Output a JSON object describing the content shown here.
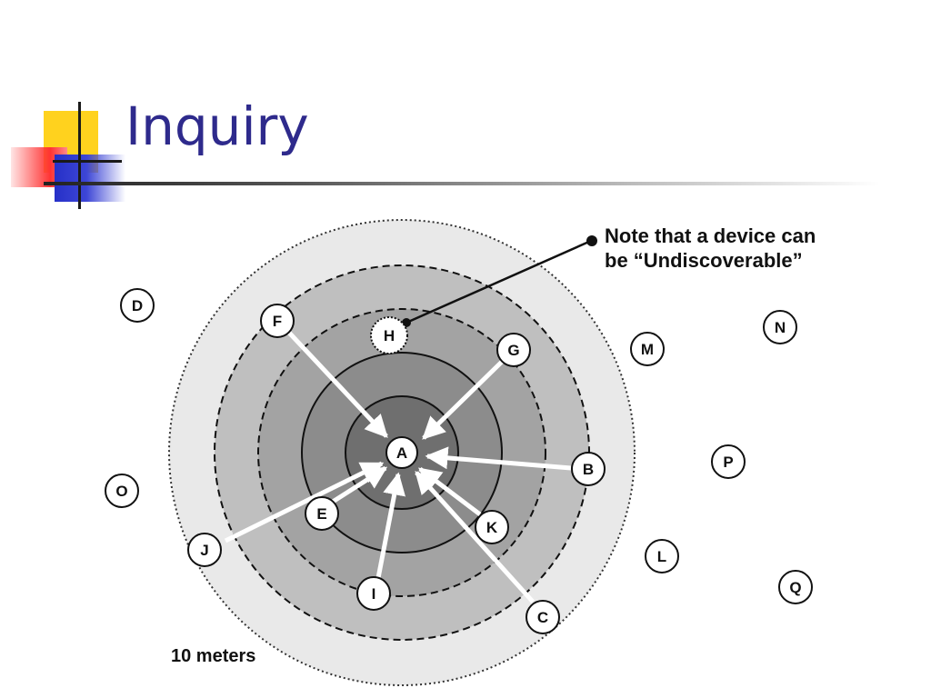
{
  "slide": {
    "title": "Inquiry"
  },
  "diagram": {
    "note_line1": "Note that a device can",
    "note_line2": "be “Undiscoverable”",
    "range_label": "10 meters",
    "nodes": {
      "A": "A",
      "B": "B",
      "C": "C",
      "D": "D",
      "E": "E",
      "F": "F",
      "G": "G",
      "H": "H",
      "I": "I",
      "J": "J",
      "K": "K",
      "L": "L",
      "M": "M",
      "N": "N",
      "O": "O",
      "P": "P",
      "Q": "Q"
    }
  },
  "colors": {
    "title": "#2e2a8c",
    "ring_outer": "#e8e8e8",
    "ring_2": "#bdbdbd",
    "ring_3": "#9e9e9e",
    "ring_4": "#8a8a8a",
    "ring_5": "#6e6e6e",
    "ring_core": "#555555",
    "arrow": "#ffffff"
  }
}
